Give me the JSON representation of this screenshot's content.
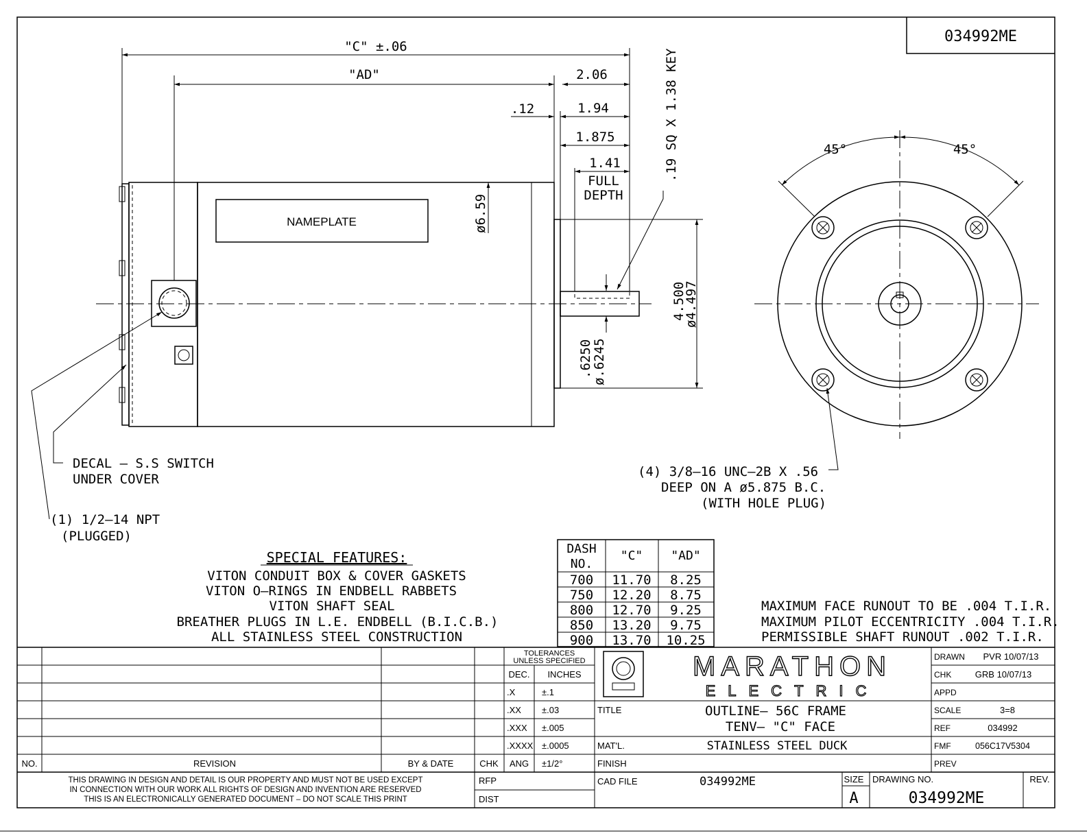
{
  "drawing_number_top": "034992ME",
  "dims": {
    "c_overall": "\"C\" ±.06",
    "ad": "\"AD\"",
    "d206": "2.06",
    "d012": ".12",
    "d194": "1.94",
    "d1875": "1.875",
    "d141": "1.41",
    "full": "FULL",
    "depth": "DEPTH",
    "key": ".19 SQ X 1.38 KEY",
    "dia659": "ø6.59",
    "pilot_a": "4.500",
    "pilot_b": "ø4.497",
    "shaft_a": ".6250",
    "shaft_b": "ø.6245",
    "ang_left": "45°",
    "ang_right": "45°"
  },
  "labels": {
    "nameplate": "NAMEPLATE",
    "decal_1": "DECAL – S.S SWITCH",
    "decal_2": "UNDER COVER",
    "npt_1": "(1) 1/2–14 NPT",
    "npt_2": "(PLUGGED)",
    "holes_1": "(4) 3/8–16 UNC–2B X .56",
    "holes_2": "DEEP ON A ø5.875 B.C.",
    "holes_3": "(WITH HOLE PLUG)"
  },
  "special_features": {
    "heading": "SPECIAL FEATURES:",
    "items": [
      "VITON CONDUIT BOX & COVER GASKETS",
      "VITON O–RINGS IN ENDBELL RABBETS",
      "VITON SHAFT SEAL",
      "BREATHER PLUGS IN  L.E. ENDBELL (B.I.C.B.)",
      "ALL STAINLESS STEEL CONSTRUCTION"
    ]
  },
  "dash_table": {
    "headers": [
      "DASH",
      "NO.",
      "\"C\"",
      "\"AD\""
    ],
    "rows": [
      [
        "700",
        "11.70",
        "8.25"
      ],
      [
        "750",
        "12.20",
        "8.75"
      ],
      [
        "800",
        "12.70",
        "9.25"
      ],
      [
        "850",
        "13.20",
        "9.75"
      ],
      [
        "900",
        "13.70",
        "10.25"
      ]
    ]
  },
  "runout_notes": [
    "MAXIMUM FACE RUNOUT TO BE .004 T.I.R.",
    "MAXIMUM PILOT ECCENTRICITY .004 T.I.R.",
    "PERMISSIBLE SHAFT RUNOUT .002 T.I.R."
  ],
  "title_block": {
    "revision_headers": {
      "no": "NO.",
      "revision": "REVISION",
      "by_date": "BY & DATE",
      "chk": "CHK"
    },
    "tolerances": {
      "title_1": "TOLERANCES",
      "title_2": "UNLESS SPECIFIED",
      "dec": "DEC.",
      "inches": "INCHES",
      "rows": [
        [
          ".X",
          "±.1"
        ],
        [
          ".XX",
          "±.03"
        ],
        [
          ".XXX",
          "±.005"
        ],
        [
          ".XXXX",
          "±.0005"
        ],
        [
          "ANG",
          "±1/2°"
        ]
      ]
    },
    "logo_top": "MARATHON",
    "logo_bottom": "ELECTRIC",
    "title_label": "TITLE",
    "title_1": "OUTLINE– 56C FRAME",
    "title_2": "TENV– \"C\" FACE",
    "matl_label": "MAT'L.",
    "matl": "STAINLESS STEEL DUCK",
    "finish_label": "FINISH",
    "cad_label": "CAD FILE",
    "cad_file": "034992ME",
    "size_label": "SIZE",
    "size": "A",
    "dwg_label": "DRAWING NO.",
    "dwg_no": "034992ME",
    "rev_label": "REV.",
    "rfp": "RFP",
    "dist": "DIST",
    "notice": [
      "THIS DRAWING IN DESIGN AND DETAIL IS OUR PROPERTY AND MUST NOT BE USED EXCEPT",
      "IN CONNECTION WITH OUR WORK ALL RIGHTS OF DESIGN AND INVENTION ARE RESERVED",
      "THIS IS AN ELECTRONICALLY GENERATED DOCUMENT – DO NOT SCALE THIS PRINT"
    ],
    "side": {
      "drawn_label": "DRAWN",
      "drawn": "PVR 10/07/13",
      "chk_label": "CHK",
      "chk": "GRB 10/07/13",
      "appd_label": "APPD",
      "scale_label": "SCALE",
      "scale": "3=8",
      "ref_label": "REF",
      "ref": "034992",
      "fmf_label": "FMF",
      "fmf": "056C17V5304",
      "prev_label": "PREV"
    }
  }
}
